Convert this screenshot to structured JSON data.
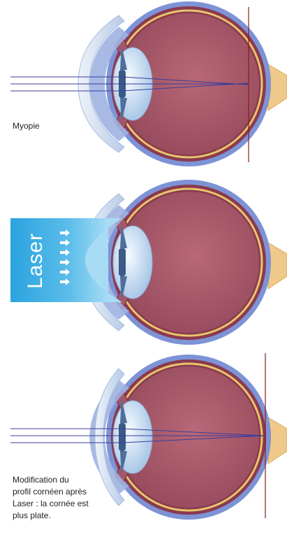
{
  "labels": {
    "myopia": "Myopie",
    "laser": "Laser",
    "modification": [
      "Modification du",
      "profil cornéen après",
      "Laser : la cornée est",
      "plus plate."
    ]
  },
  "colors": {
    "sclera": "#7d93d6",
    "choroid_fill": "#8a3a50",
    "retina_line": "#e9c56a",
    "vitreous": "#a85a6b",
    "lens": "#cfe0f4",
    "cornea": "#dfe8f4",
    "iris": "#3c5a85",
    "optic_nerve": "#efc98a",
    "ray": "#3a3e9a",
    "focal_line": "#8b1a1a",
    "laser_blue": "#41aee4",
    "laser_light": "#9fd6f2"
  },
  "panels": [
    {
      "name": "myopia"
    },
    {
      "name": "laser"
    },
    {
      "name": "after-laser"
    }
  ]
}
